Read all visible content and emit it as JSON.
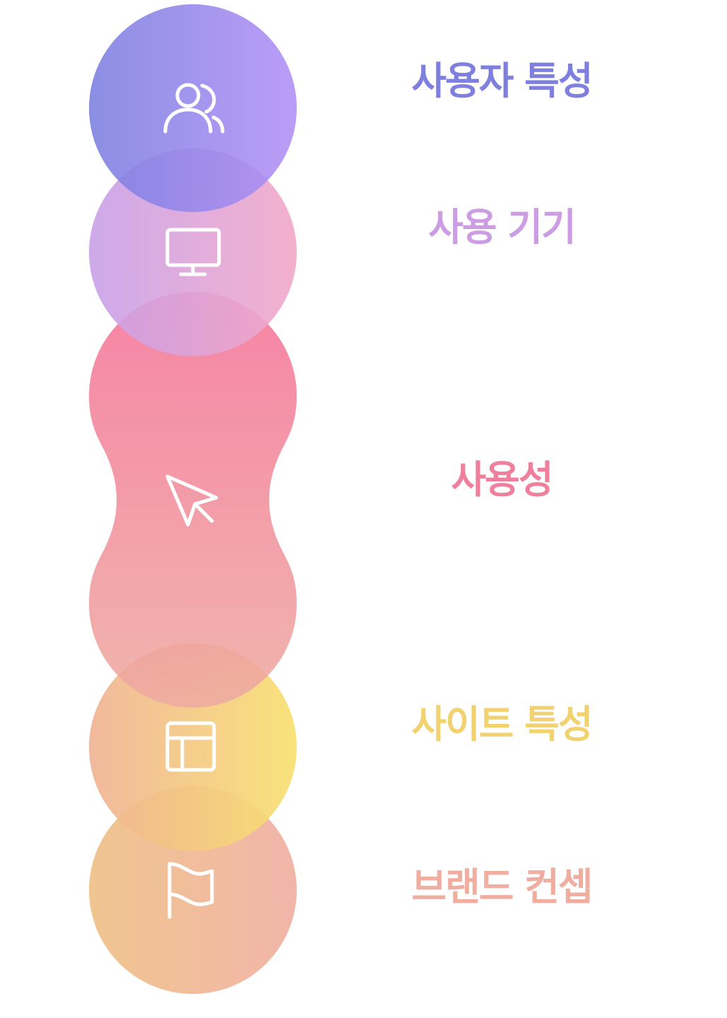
{
  "stages": [
    {
      "label": "사용자 특성",
      "icon": "users-icon",
      "color": "#7f7fdf",
      "gradient": [
        "#7b7fe0",
        "#b18ff6"
      ]
    },
    {
      "label": "사용 기기",
      "icon": "monitor-icon",
      "color": "#cc9de2",
      "gradient": [
        "#c8a0e8",
        "#f2a8c8"
      ]
    },
    {
      "label": "사용성",
      "icon": "cursor-icon",
      "color": "#ee809e",
      "gradient": [
        "#f57399",
        "#eeaba1"
      ]
    },
    {
      "label": "사이트 특성",
      "icon": "layout-icon",
      "color": "#f2d270",
      "gradient": [
        "#f0b394",
        "#f8e070"
      ]
    },
    {
      "label": "브랜드 컨셉",
      "icon": "flag-icon",
      "color": "#efaea0",
      "gradient": [
        "#efc085",
        "#f0afa2"
      ]
    }
  ]
}
